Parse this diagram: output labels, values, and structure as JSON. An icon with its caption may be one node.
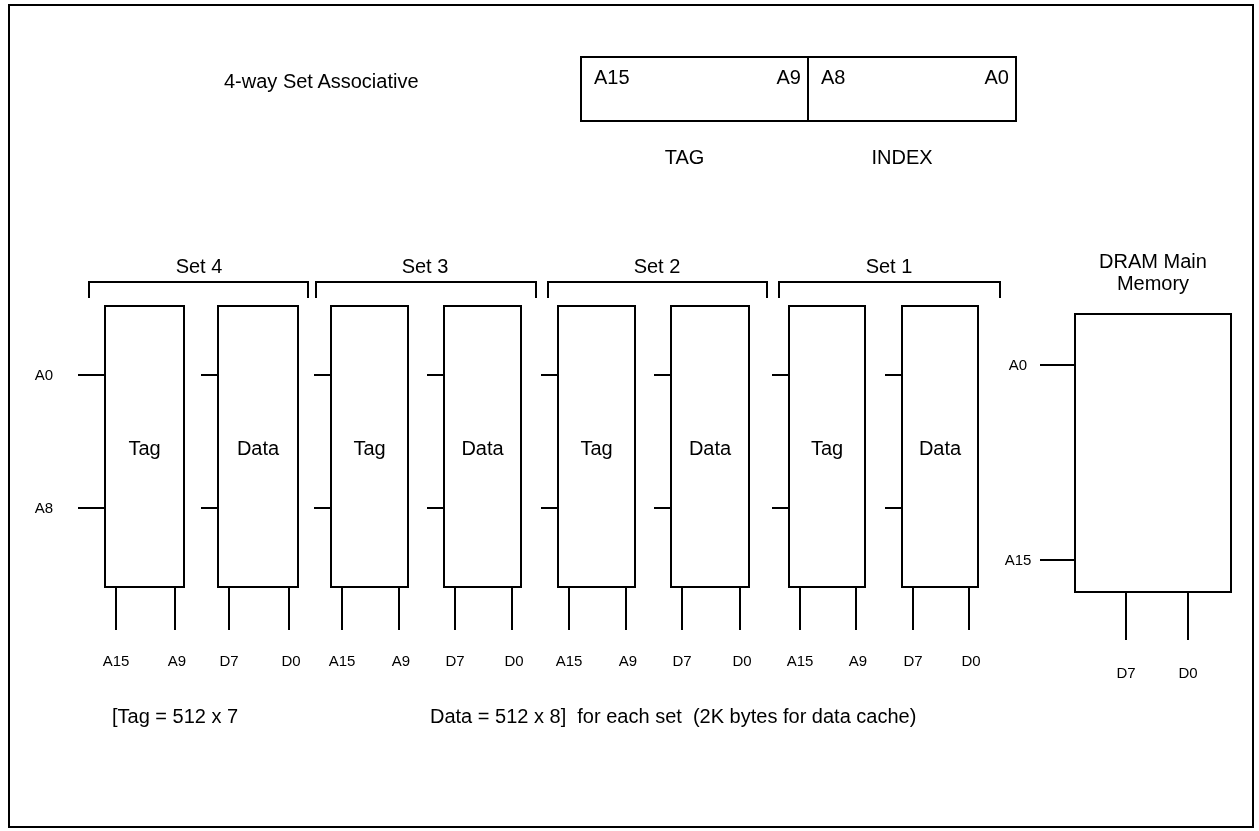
{
  "diagram": {
    "title": "4-way Set Associative",
    "nodes": [
      {
        "text": [
          "A15",
          "A9"
        ],
        "beside": [
          "TAG"
        ]
      },
      {
        "text": [
          "A8",
          "A0"
        ],
        "beside": [
          "INDEX"
        ]
      },
      {
        "text": [
          "Tag"
        ]
      },
      {
        "text": [
          "Data"
        ]
      },
      {
        "text": [
          "Tag"
        ]
      },
      {
        "text": [
          "Data"
        ]
      },
      {
        "text": [
          "Tag"
        ]
      },
      {
        "text": [
          "Data"
        ]
      },
      {
        "text": [
          "Tag"
        ]
      },
      {
        "text": [
          "Data"
        ]
      },
      {
        "text": [
          "DRAM Main Memory"
        ]
      }
    ],
    "edges": [],
    "labels": [
      "Set 4",
      "Set 3",
      "Set 2",
      "Set 1",
      "A0",
      "A8",
      "A0",
      "A15",
      "A15",
      "A9",
      "D7",
      "D0",
      "A15",
      "A9",
      "D7",
      "D0",
      "A15",
      "A9",
      "D7",
      "D0",
      "A15",
      "A9",
      "D7",
      "D0",
      "D7",
      "D0",
      "[Tag = 512 x 7",
      "Data = 512 x 8]  for each set  (2K bytes for data cache)"
    ]
  }
}
